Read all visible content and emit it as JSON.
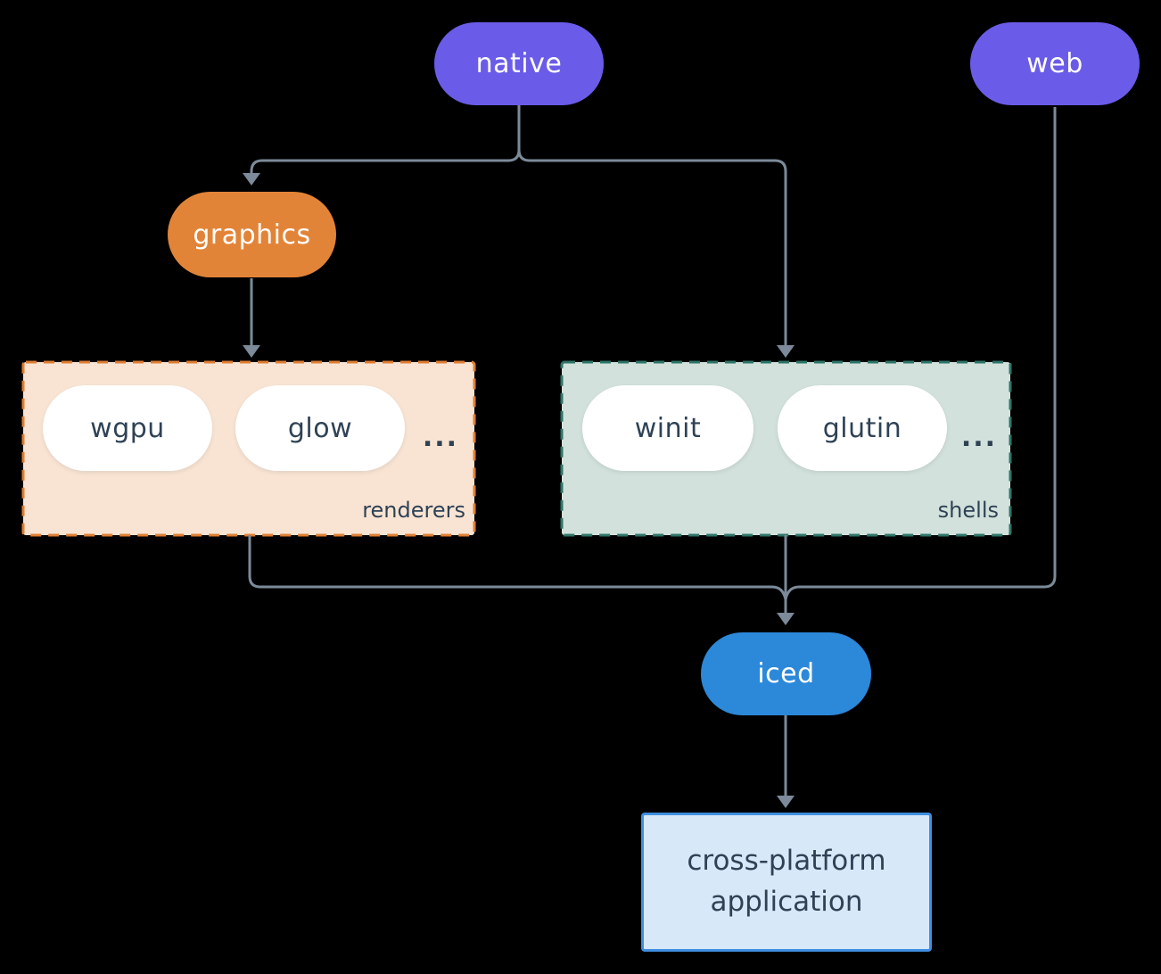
{
  "colors": {
    "background": "#000000",
    "violet": "#6A5CE8",
    "orange": "#E28438",
    "blue": "#2C88D9",
    "pill-white": "#FFFFFF",
    "text-light": "#FFFFFF",
    "text-dark": "#2F4255",
    "renderers-fill": "#F9E4D3",
    "renderers-border": "#E07E33",
    "shells-fill": "#D2E1DB",
    "shells-border": "#2E7568",
    "app-fill": "#D7E8F8",
    "app-border": "#3F8FE0",
    "line": "#7C8A99"
  },
  "nodes": {
    "native": "native",
    "web": "web",
    "graphics": "graphics",
    "iced": "iced",
    "wgpu": "wgpu",
    "glow": "glow",
    "winit": "winit",
    "glutin": "glutin"
  },
  "groups": {
    "renderers": {
      "label": "renderers",
      "ellipsis": "..."
    },
    "shells": {
      "label": "shells",
      "ellipsis": "..."
    }
  },
  "application": {
    "line1": "cross-platform",
    "line2": "application"
  }
}
